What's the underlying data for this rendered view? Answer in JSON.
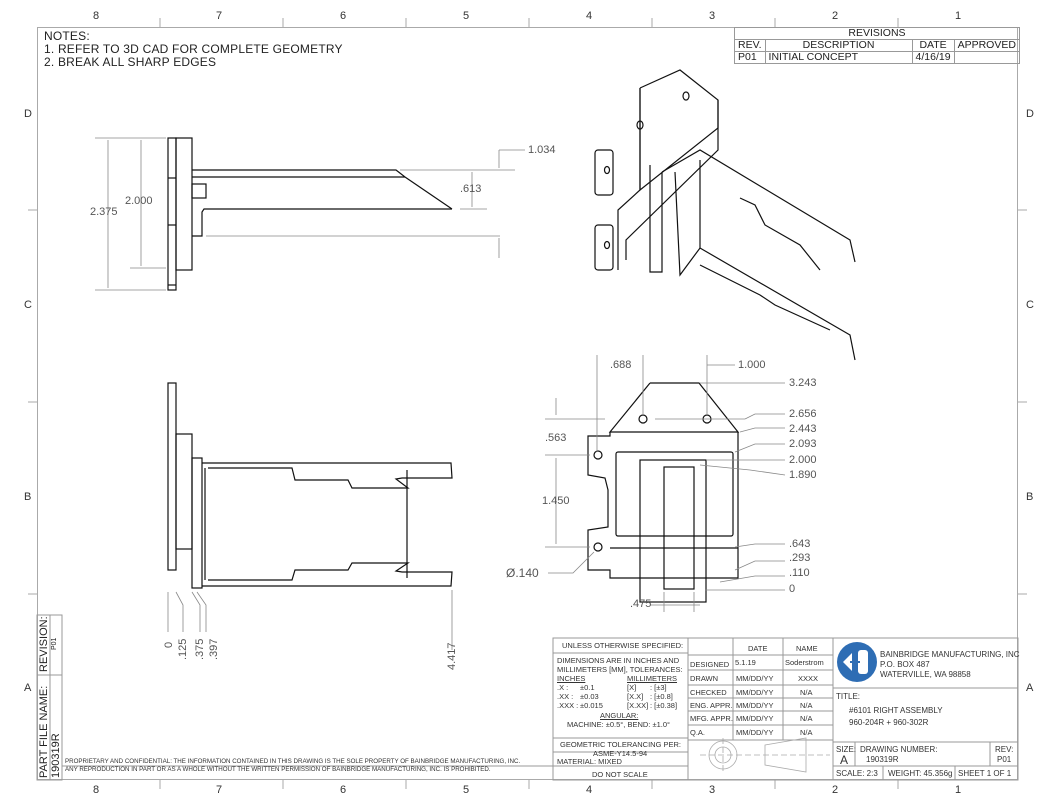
{
  "zones": {
    "columns": [
      "8",
      "7",
      "6",
      "5",
      "4",
      "3",
      "2",
      "1"
    ],
    "rows": [
      "D",
      "C",
      "B",
      "A"
    ]
  },
  "notes": {
    "heading": "NOTES:",
    "items": [
      "1.  REFER TO 3D CAD FOR COMPLETE GEOMETRY",
      "2.  BREAK ALL SHARP EDGES"
    ]
  },
  "revisions": {
    "title": "REVISIONS",
    "headers": [
      "REV.",
      "DESCRIPTION",
      "DATE",
      "APPROVED"
    ],
    "rows": [
      [
        "P01",
        "INITIAL CONCEPT",
        "4/16/19",
        ""
      ]
    ]
  },
  "views": {
    "side_view": {
      "dims": [
        "2.375",
        "2.000",
        "1.034",
        ".613"
      ]
    },
    "front_view": {
      "dims_top": [
        ".688",
        "1.000"
      ],
      "dims_right": [
        "3.243",
        "2.656",
        "2.443",
        "2.093",
        "2.000",
        "1.890",
        ".643",
        ".293",
        ".110",
        "0"
      ],
      "dims_left": [
        ".563",
        "1.450"
      ],
      "hole": "Ø.140",
      "dim_bottom": ".475"
    },
    "top_view": {
      "dims_bottom": [
        "0",
        ".125",
        ".375",
        ".397",
        "4.417"
      ]
    }
  },
  "side_strip": {
    "revision_label": "REVISION:",
    "revision_value": "P01",
    "part_file_label": "PART FILE NAME:",
    "part_file_value": "190319R"
  },
  "proprietary": {
    "line1": "PROPRIETARY AND CONFIDENTIAL: THE INFORMATION CONTAINED IN THIS DRAWING IS THE SOLE PROPERTY OF BAINBRIDGE MANUFACTURING, INC.",
    "line2": "ANY REPRODUCTION IN PART OR AS A WHOLE WITHOUT THE WRITTEN PERMISSION OF BAINBRIDGE MANUFACTURING, INC. IS PROHIBITED."
  },
  "tolerances": {
    "header": "UNLESS OTHERWISE SPECIFIED:",
    "line1": "DIMENSIONS ARE IN INCHES AND",
    "line2": "MILLIMETERS [MM], TOLERANCES:",
    "inches_label": "INCHES",
    "mm_label": "MILLIMETERS",
    "rows": [
      [
        ".X :",
        "±0.1",
        "[X]",
        ": [±3]"
      ],
      [
        ".XX :",
        "±0.03",
        "[X.X]",
        ": [±0.8]"
      ],
      [
        ".XXX :",
        "±0.015",
        "[X.XX]",
        ": [±0.38]"
      ]
    ],
    "angular_label": "ANGULAR:",
    "angular": "MACHINE: ±0.5°, BEND: ±1.0°",
    "geo1": "GEOMETRIC TOLERANCING PER:",
    "geo2": "ASME-Y14.5-94",
    "material": "MATERIAL:  MIXED",
    "do_not_scale": "DO NOT SCALE"
  },
  "approvals": {
    "headers": [
      "",
      "DATE",
      "NAME"
    ],
    "rows": [
      [
        "DESIGNED",
        "5.1.19",
        "Soderstrom"
      ],
      [
        "DRAWN",
        "MM/DD/YY",
        "XXXX"
      ],
      [
        "CHECKED",
        "MM/DD/YY",
        "N/A"
      ],
      [
        "ENG. APPR.",
        "MM/DD/YY",
        "N/A"
      ],
      [
        "MFG. APPR.",
        "MM/DD/YY",
        "N/A"
      ],
      [
        "Q.A.",
        "MM/DD/YY",
        "N/A"
      ]
    ]
  },
  "company": {
    "name": "BAINBRIDGE MANUFACTURING, INC",
    "address1": "P.O. BOX 487",
    "address2": "WATERVILLE, WA 98858",
    "logo_color": "#2e6db4"
  },
  "title_block": {
    "title_label": "TITLE:",
    "title1": "#6101 RIGHT ASSEMBLY",
    "title2": "960-204R + 960-302R",
    "size_label": "SIZE:",
    "size_value": "A",
    "drawing_number_label": "DRAWING NUMBER:",
    "drawing_number": "190319R",
    "rev_label": "REV:",
    "rev_value": "P01",
    "scale": "SCALE: 2:3",
    "weight": "WEIGHT: 45.356g",
    "sheet": "SHEET 1 OF 1"
  }
}
